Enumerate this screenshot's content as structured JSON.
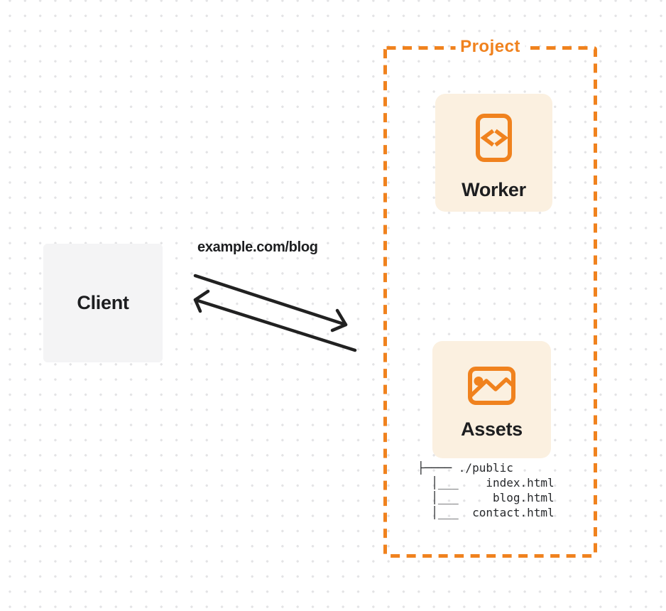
{
  "client": {
    "label": "Client"
  },
  "request": {
    "url_label": "example.com/blog"
  },
  "project": {
    "label": "Project",
    "worker": {
      "label": "Worker",
      "icon": "code-file-icon"
    },
    "assets": {
      "label": "Assets",
      "icon": "image-icon",
      "file_tree": [
        "├──── ./public",
        "  │___    index.html",
        "  │___     blog.html",
        "  │___  contact.html"
      ]
    }
  },
  "colors": {
    "accent_orange": "#f0821e",
    "card_background": "#fbf0e0",
    "client_background": "#f4f4f5",
    "arrow": "#212121",
    "dark_text": "#1d1e20",
    "tree_text": "#27292c",
    "background_dots": "#e3e3e5"
  }
}
